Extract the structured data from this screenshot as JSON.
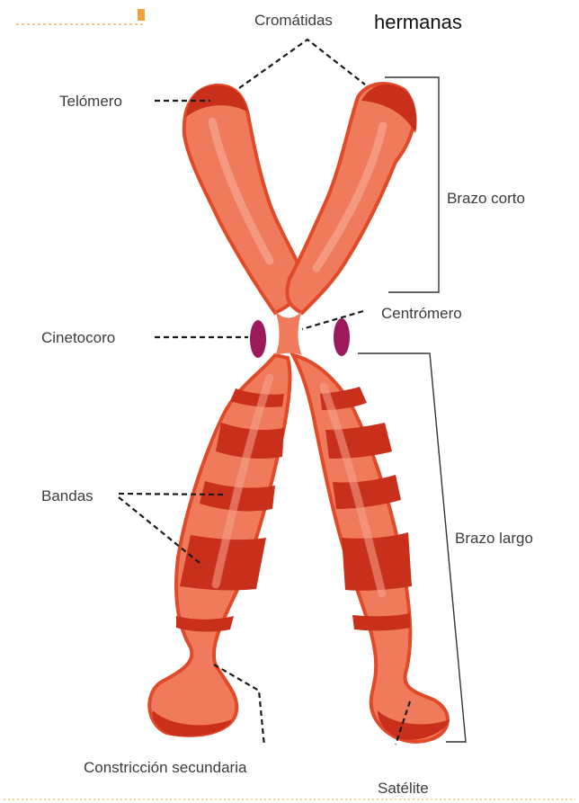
{
  "labels": {
    "cromatidas": "Cromátidas",
    "hermanas": "hermanas",
    "telomero": "Telómero",
    "brazo_corto": "Brazo corto",
    "cinetocoro": "Cinetocoro",
    "centromero": "Centrómero",
    "bandas": "Bandas",
    "brazo_largo": "Brazo largo",
    "constriccion_secundaria": "Constricción secundaria",
    "satelite": "Satélite"
  },
  "colors": {
    "chromatid_fill": "#ef7a5c",
    "chromatid_outline": "#e04a28",
    "chromatid_highlight": "#f6a48c",
    "band_dark": "#c9301c",
    "kinetochore": "#9c1a5c",
    "corner_mark": "#f2a23a"
  }
}
